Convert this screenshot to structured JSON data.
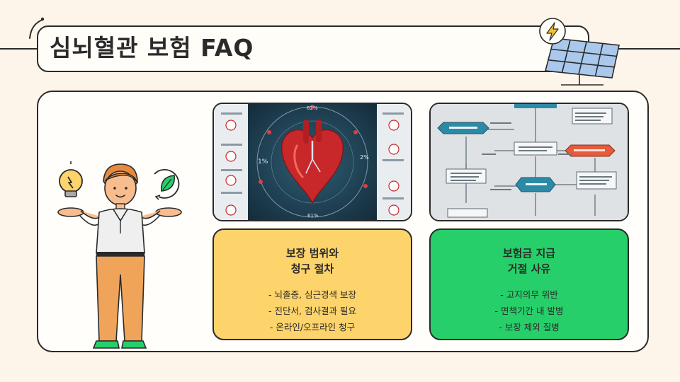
{
  "page": {
    "title": "심뇌혈관 보험 FAQ"
  },
  "colors": {
    "background": "#fdf5e9",
    "panel": "#fffefb",
    "outline": "#2a2a2a",
    "card_yellow": "#fdd36b",
    "card_green": "#27cf6a",
    "heart_red": "#c8282a"
  },
  "images": {
    "heart_infographic": {
      "icon": "heart-infographic-image",
      "labels": [
        "62%",
        "1%",
        "2%",
        "61%"
      ]
    },
    "claim_flowchart": {
      "icon": "flowchart-image"
    }
  },
  "cards": [
    {
      "title_line1": "보장 범위와",
      "title_line2": "청구 절차",
      "items": [
        "뇌졸중, 심근경색 보장",
        "진단서, 검사결과 필요",
        "온라인/오프라인 청구"
      ]
    },
    {
      "title_line1": "보험금 지급",
      "title_line2": "거절 사유",
      "items": [
        "고지의무 위반",
        "면책기간 내 발병",
        "보장 제외 질병"
      ]
    }
  ],
  "decorations": {
    "left_icon": "lightbulb-icon",
    "right_icon": "leaf-recycle-icon",
    "corner_icon": "solar-panel-icon",
    "badge_icon": "lightning-bolt-icon"
  }
}
